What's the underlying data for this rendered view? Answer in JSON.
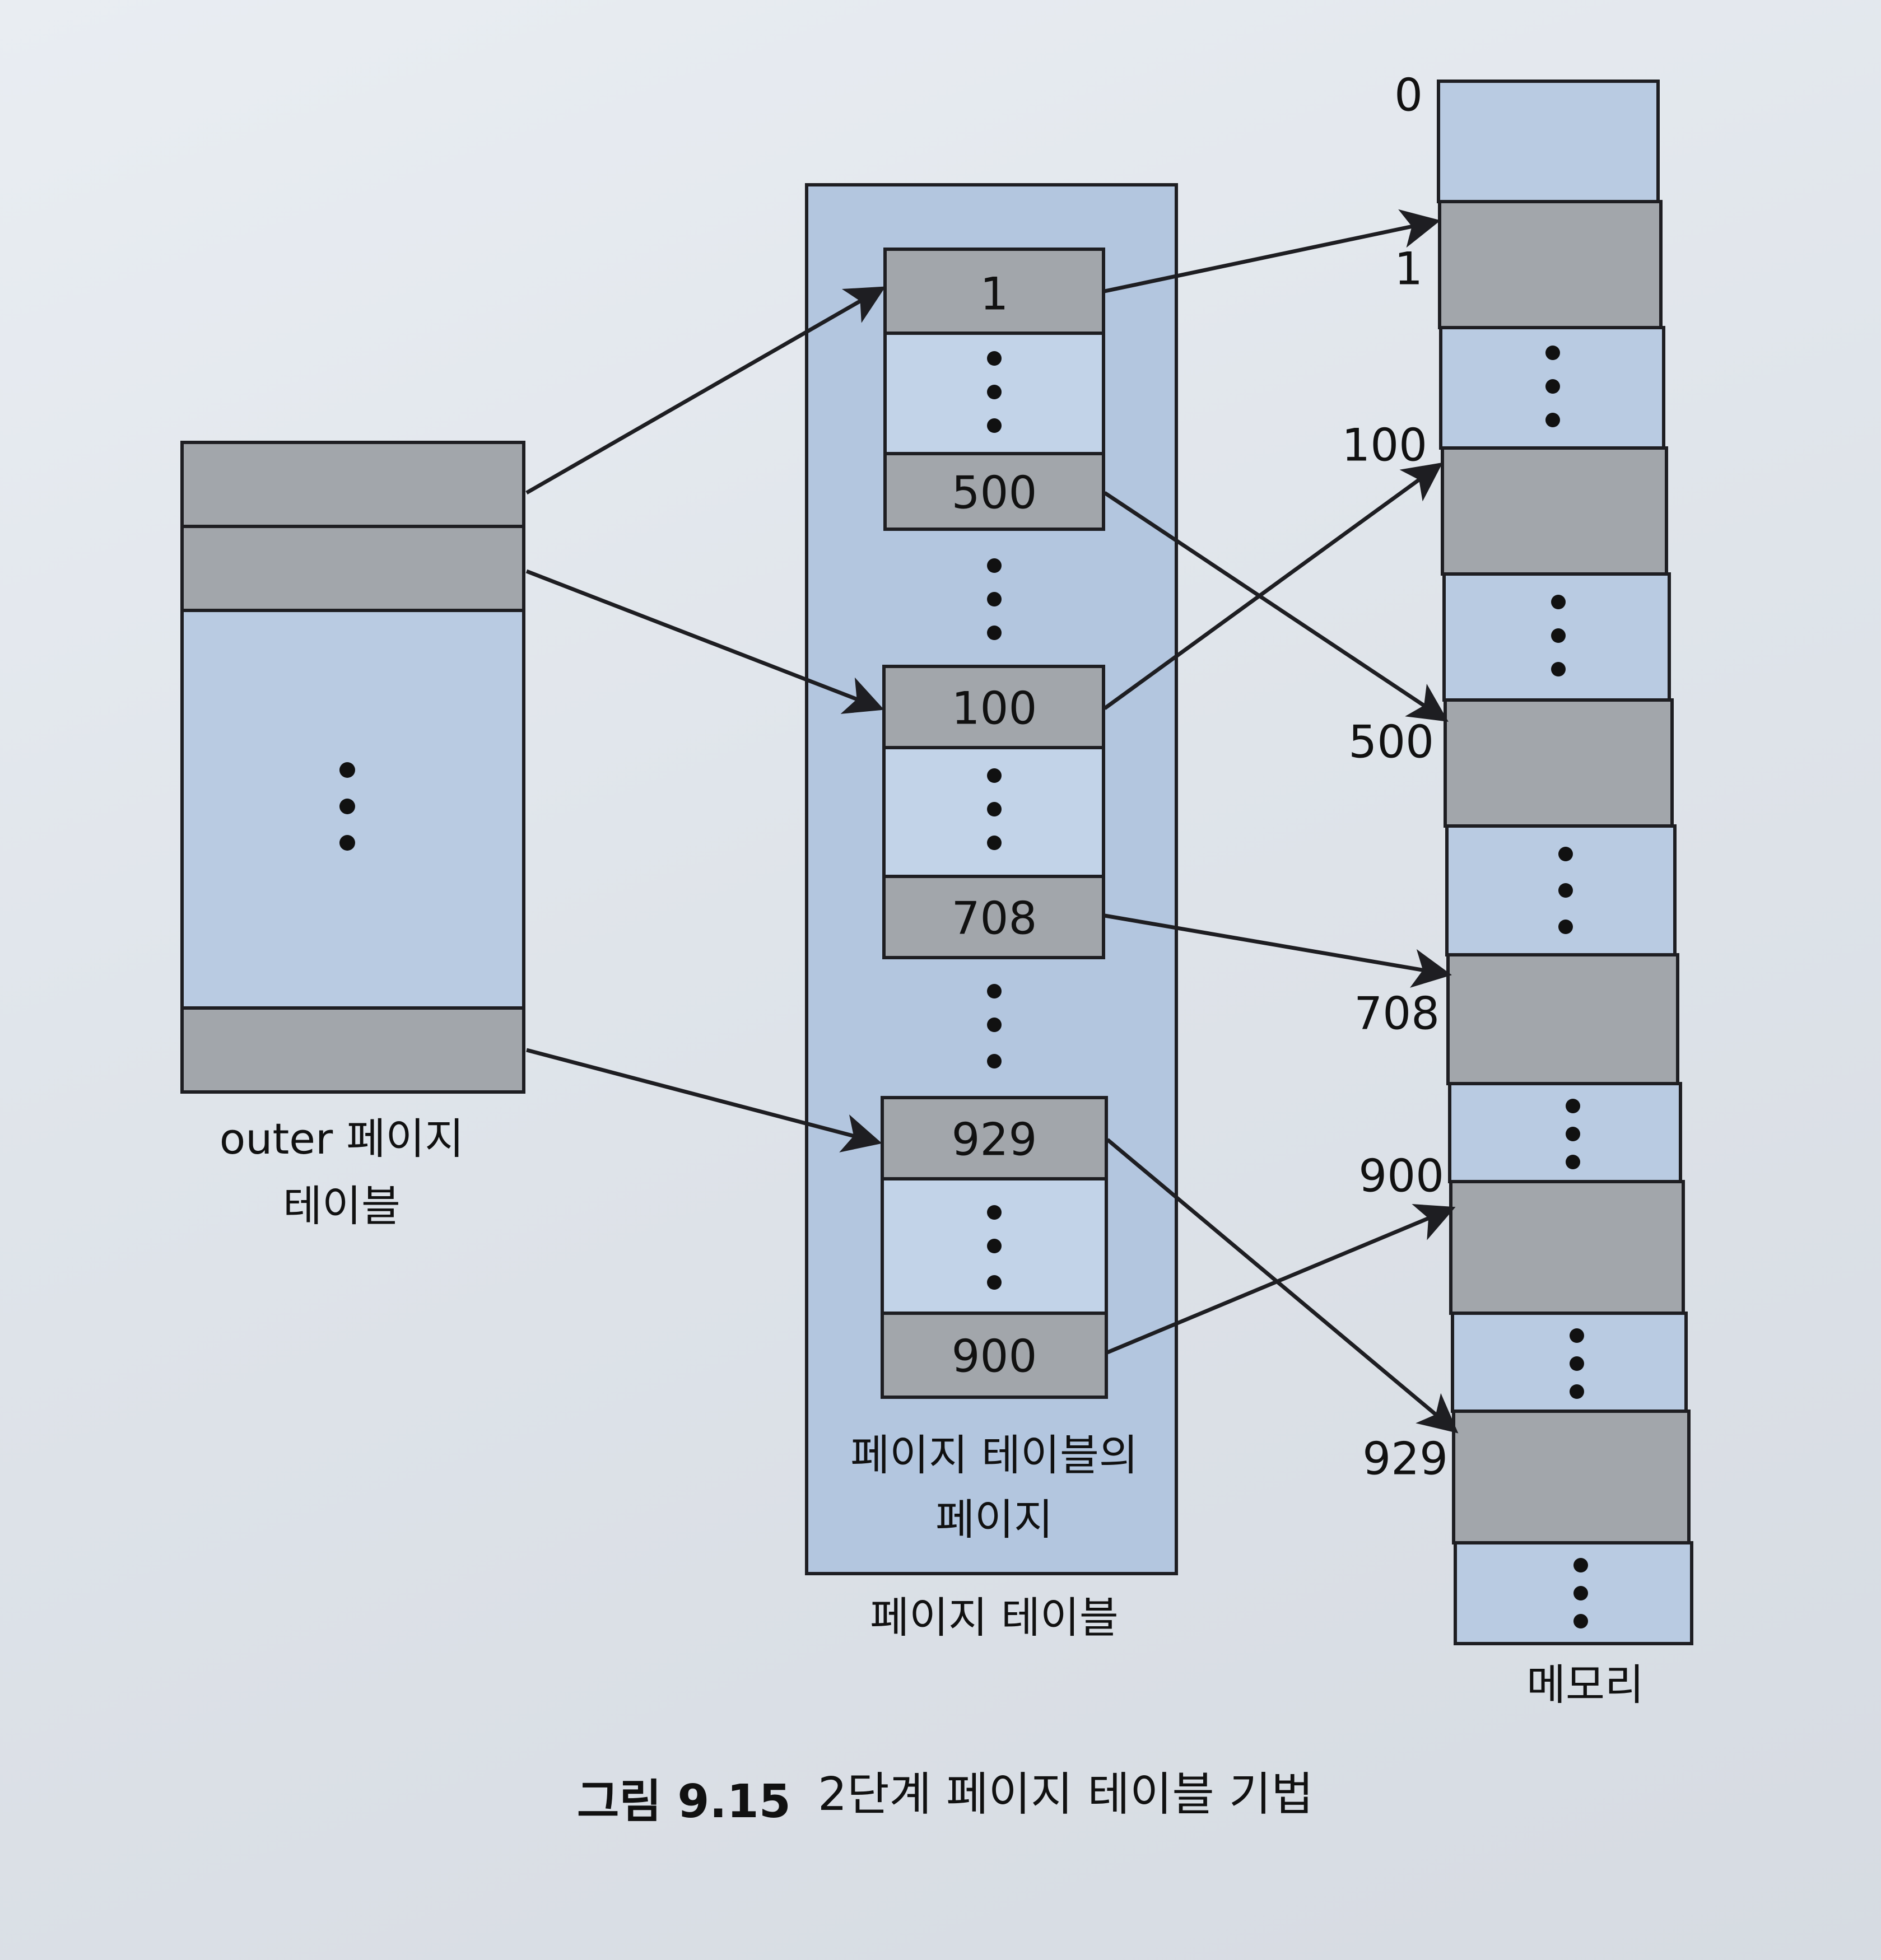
{
  "figure": {
    "number": "그림 9.15",
    "title": "2단계 페이지 테이블 기법"
  },
  "outer_table": {
    "caption_line1": "outer 페이지",
    "caption_line2": "테이블"
  },
  "page_table": {
    "entries": [
      "1",
      "500",
      "100",
      "708",
      "929",
      "900"
    ],
    "inner_caption_line1": "페이지 테이블의",
    "inner_caption_line2": "페이지",
    "caption": "페이지 테이블"
  },
  "memory": {
    "caption": "메모리",
    "labels": [
      "0",
      "1",
      "100",
      "500",
      "708",
      "900",
      "929"
    ]
  },
  "colors": {
    "block_fill": "#b9cbe2",
    "entry_fill": "#a2a6ab",
    "container_fill": "#b3c6df",
    "stroke": "#1e1e22"
  }
}
